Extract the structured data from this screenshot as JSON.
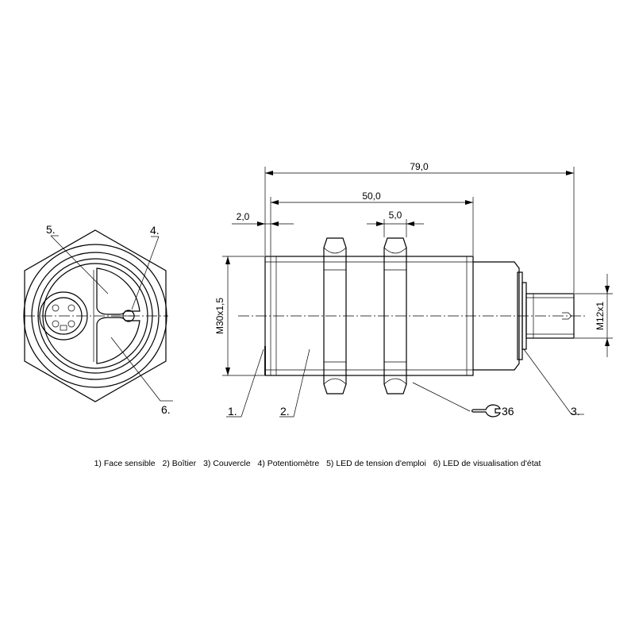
{
  "dimensions": {
    "overall_length": "79,0",
    "thread_length": "50,0",
    "face_offset": "2,0",
    "nut_width": "5,0",
    "thread_size": "M30x1,5",
    "connector_thread": "M12x1",
    "wrench_size": "36"
  },
  "callouts": {
    "sensing_face": "1.",
    "housing": "2.",
    "cover": "3.",
    "potentiometer": "4.",
    "power_led": "5.",
    "state_led": "6."
  },
  "legend": [
    "1) Face sensible",
    "2) Boîtier",
    "3) Couvercle",
    "4) Potentiomètre",
    "5) LED de tension d'emploi",
    "6) LED de visualisation d'état"
  ]
}
